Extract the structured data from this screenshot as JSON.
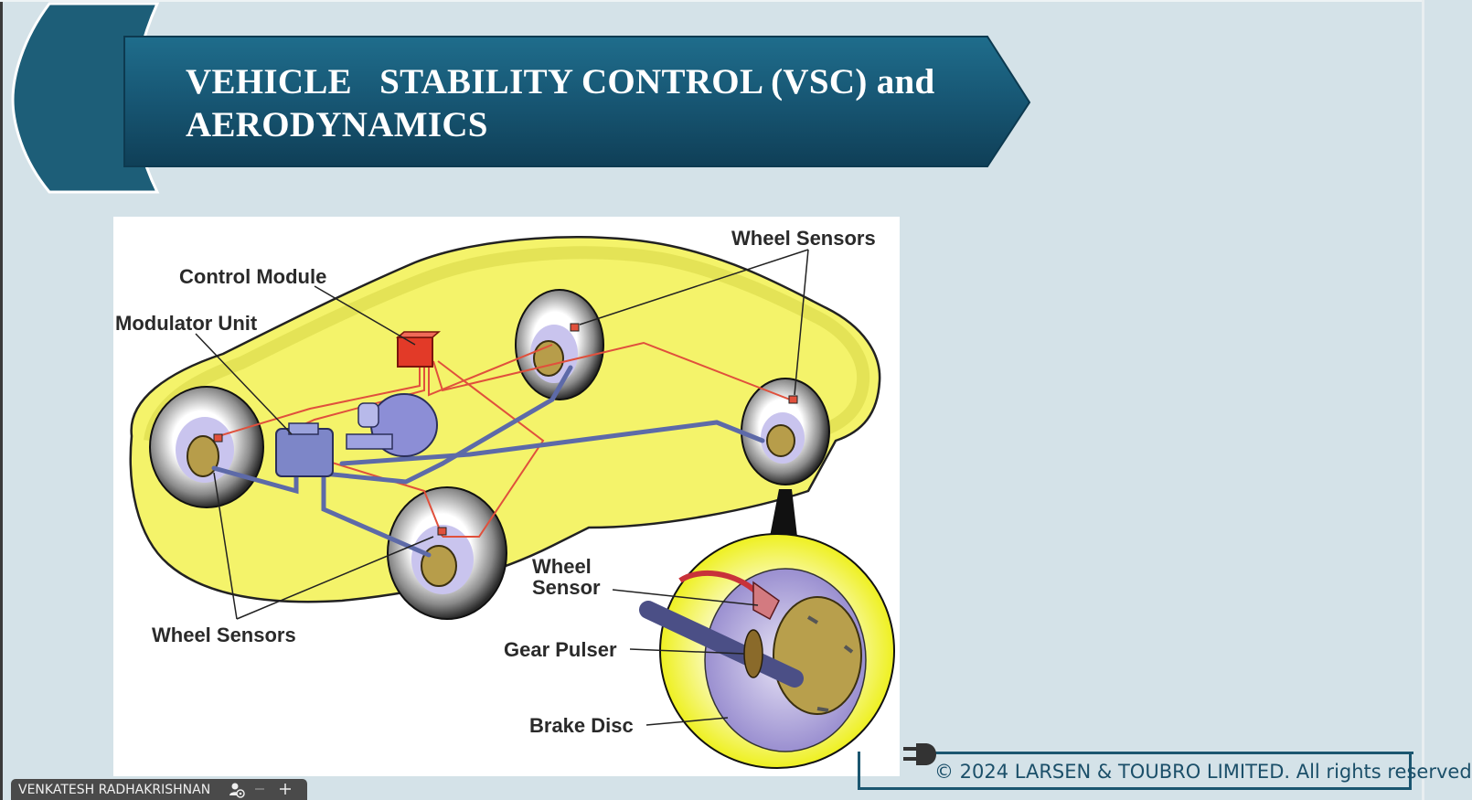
{
  "slide": {
    "title": "VEHICLE   STABILITY CONTROL (VSC) and\nAERODYNAMICS"
  },
  "diagram": {
    "labels": {
      "control_module": "Control Module",
      "modulator_unit": "Modulator Unit",
      "wheel_sensors_top": "Wheel Sensors",
      "wheel_sensors_bottom": "Wheel Sensors",
      "wheel_sensor_detail": "Wheel\nSensor",
      "gear_pulser": "Gear Pulser",
      "brake_disc": "Brake Disc"
    }
  },
  "footer": {
    "copyright": "© 2024 LARSEN & TOUBRO LIMITED. All rights reserved"
  },
  "presenter": {
    "name": "VENKATESH RADHAKRISHNAN"
  },
  "colors": {
    "banner": "#1a5a75",
    "background": "#d4e2e8",
    "car_body": "#f4f36a",
    "brake_line": "#e0503c",
    "hydraulic": "#5d6aa8"
  }
}
